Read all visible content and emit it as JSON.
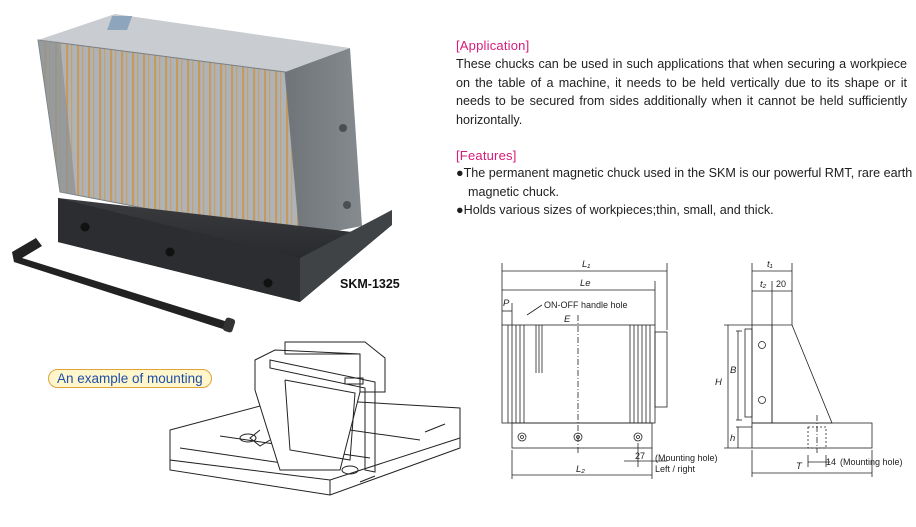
{
  "product": {
    "model_label": "SKM-1325",
    "mounting_example_label": "An example of mounting"
  },
  "application": {
    "title": "[Application]",
    "text": "These chucks can be used in such applications that when securing a workpiece on the table of a machine, it needs to be held vertically due to its shape or it needs to be secured from sides additionally when it cannot be held sufficiently horizontally."
  },
  "features": {
    "title": "[Features]",
    "bullets": [
      "●The permanent magnetic chuck used in the SKM is our powerful RMT, rare earth magnetic chuck.",
      "●Holds various sizes of workpieces;thin, small, and thick."
    ]
  },
  "drawing": {
    "L1": "L₁",
    "Le": "Le",
    "P": "P",
    "on_off": "ON-OFF handle hole",
    "E": "E",
    "L2": "L₂",
    "dim27": "27",
    "mounting_hole_lr_1": "(Mounting hole)",
    "mounting_hole_lr_2": "Left / right",
    "t1": "t₁",
    "t2": "t₂",
    "dim20": "20",
    "H": "H",
    "B": "B",
    "h": "h",
    "T": "T",
    "dim14": "14",
    "mounting_hole": "(Mounting hole)"
  },
  "colors": {
    "section_title": "#d81b7a",
    "pill_border": "#e0a23a",
    "pill_fill": "#fff6cc",
    "pill_text": "#1d4fa8"
  }
}
